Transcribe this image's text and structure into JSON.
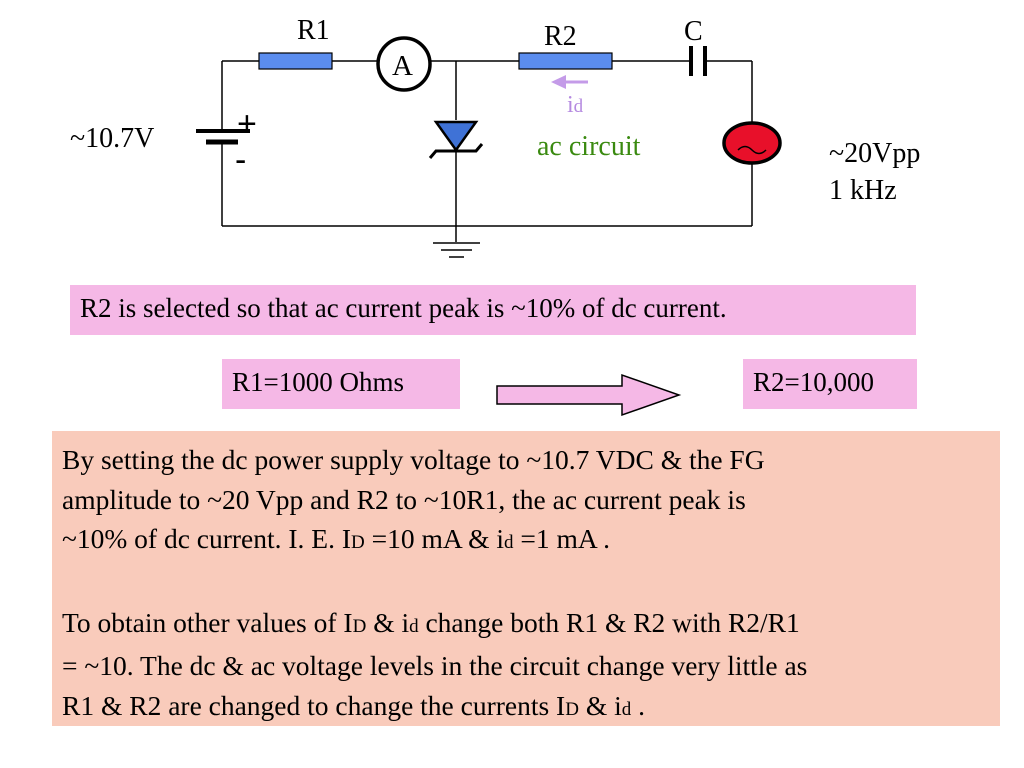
{
  "circuit": {
    "r1_label": "R1",
    "r2_label": "R2",
    "c_label": "C",
    "ammeter_label": "A",
    "id_label_main": "i",
    "id_label_sub": "d",
    "supply_voltage": "~10.7V",
    "plus_sign": "+",
    "minus_sign": "-",
    "ac_circuit_label": "ac circuit",
    "fg_amplitude": "~20Vpp",
    "fg_frequency": "1 kHz",
    "colors": {
      "resistor": "#5b8def",
      "diode": "#3f72d6",
      "source": "#e8102a",
      "arrow_id": "#c49be8",
      "ac_circuit_text": "#3a8a10"
    }
  },
  "notes": {
    "r2_selection": "R2 is selected so that ac current peak  is ~10% of dc current.",
    "r1_value": "R1=1000 Ohms",
    "r2_value": "R2=10,000"
  },
  "paragraph1": {
    "line1": "By setting the dc power supply voltage to ~10.7 VDC & the FG",
    "line2": "amplitude to ~20 Vpp and R2 to ~10R1,  the ac current peak  is",
    "line3_a": "~10% of dc current. I. E. I",
    "line3_sub1": "D",
    "line3_b": " =10 mA & i",
    "line3_sub2": "d",
    "line3_c": " =1 mA ."
  },
  "paragraph2": {
    "line1_a": "To obtain other values of I",
    "line1_sub1": "D",
    "line1_b": " & i",
    "line1_sub2": "d",
    "line1_c": "  change both R1 & R2 with R2/R1",
    "line2": "= ~10. The dc & ac voltage levels in the circuit change very little as",
    "line3_a": "R1 & R2 are changed to change the currents I",
    "line3_sub1": "D",
    "line3_b": " & i",
    "line3_sub2": "d",
    "line3_c": " ."
  }
}
